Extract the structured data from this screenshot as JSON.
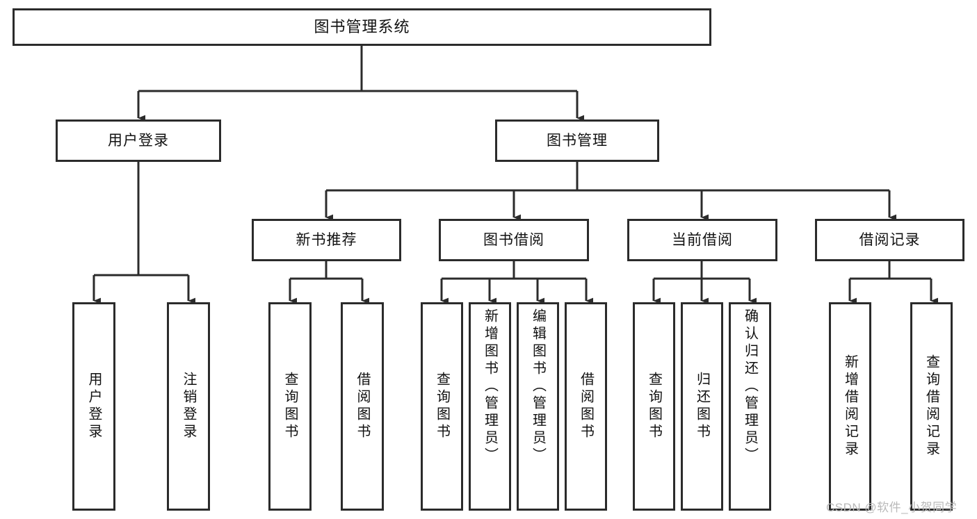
{
  "diagram": {
    "type": "tree",
    "title": "图书管理系统",
    "orientation": "top-down",
    "colors": {
      "background": "#ffffff",
      "box_border": "#2b2b2b",
      "box_fill": "#ffffff",
      "text": "#111111",
      "connector": "#2b2b2b",
      "watermark": "#b9b9b9"
    },
    "root": {
      "label": "图书管理系统"
    },
    "level2": [
      {
        "id": "user-login",
        "label": "用户登录"
      },
      {
        "id": "book-manage",
        "label": "图书管理"
      }
    ],
    "level3": [
      {
        "id": "new-book-recommend",
        "label": "新书推荐",
        "parent": "book-manage"
      },
      {
        "id": "book-borrow",
        "label": "图书借阅",
        "parent": "book-manage"
      },
      {
        "id": "current-borrow",
        "label": "当前借阅",
        "parent": "book-manage"
      },
      {
        "id": "borrow-record",
        "label": "借阅记录",
        "parent": "book-manage"
      }
    ],
    "leaves": {
      "user-login": [
        {
          "id": "leaf-user-login",
          "label": "用户登录"
        },
        {
          "id": "leaf-user-logout",
          "label": "注销登录"
        }
      ],
      "new-book-recommend": [
        {
          "id": "leaf-query-book-1",
          "label": "查询图书"
        },
        {
          "id": "leaf-borrow-book-1",
          "label": "借阅图书"
        }
      ],
      "book-borrow": [
        {
          "id": "leaf-query-book-2",
          "label": "查询图书"
        },
        {
          "id": "leaf-add-book",
          "label": "新增图书（管理员）"
        },
        {
          "id": "leaf-edit-book",
          "label": "编辑图书（管理员）"
        },
        {
          "id": "leaf-borrow-book-2",
          "label": "借阅图书"
        }
      ],
      "current-borrow": [
        {
          "id": "leaf-query-book-3",
          "label": "查询图书"
        },
        {
          "id": "leaf-return-book",
          "label": "归还图书"
        },
        {
          "id": "leaf-confirm-return",
          "label": "确认归还（管理员）"
        }
      ],
      "borrow-record": [
        {
          "id": "leaf-add-record",
          "label": "新增借阅记录"
        },
        {
          "id": "leaf-query-record",
          "label": "查询借阅记录"
        }
      ]
    }
  },
  "watermark": {
    "text": "CSDN @软件_小贺同学"
  }
}
